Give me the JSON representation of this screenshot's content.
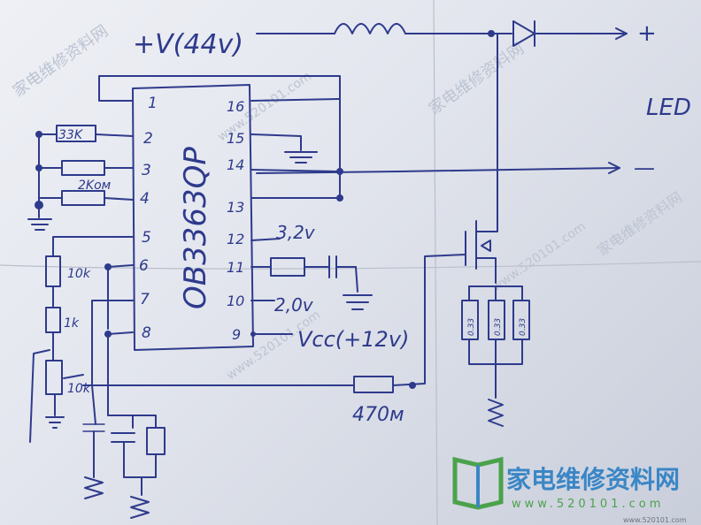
{
  "chip": {
    "name": "OB3363QP",
    "pins_left": [
      "1",
      "2",
      "3",
      "4",
      "5",
      "6",
      "7",
      "8"
    ],
    "pins_right": [
      "16",
      "15",
      "14",
      "13",
      "12",
      "11",
      "10",
      "9"
    ]
  },
  "labels": {
    "supply": "+V(44v)",
    "led": "LED",
    "plus": "+",
    "minus": "—",
    "r_33k": "33K",
    "r_2kom": "2Kом",
    "r_10k_a": "10k",
    "r_1k": "1k",
    "r_10k_b": "10k",
    "v_3_2": "3,2v",
    "v_2_0": "2,0v",
    "vcc": "Vcc(+12v)",
    "r_470m": "470м",
    "r_sense": [
      "0.33",
      "0.33",
      "0.33"
    ]
  },
  "watermark": {
    "site_cn": "家电维修资料网",
    "site_url": "www.520101.com",
    "bottom_right": "www.520101.com"
  },
  "colors": {
    "ink": "#2e3a8c",
    "watermark_green": "#4ba24b",
    "watermark_blue": "#3a86c6"
  }
}
